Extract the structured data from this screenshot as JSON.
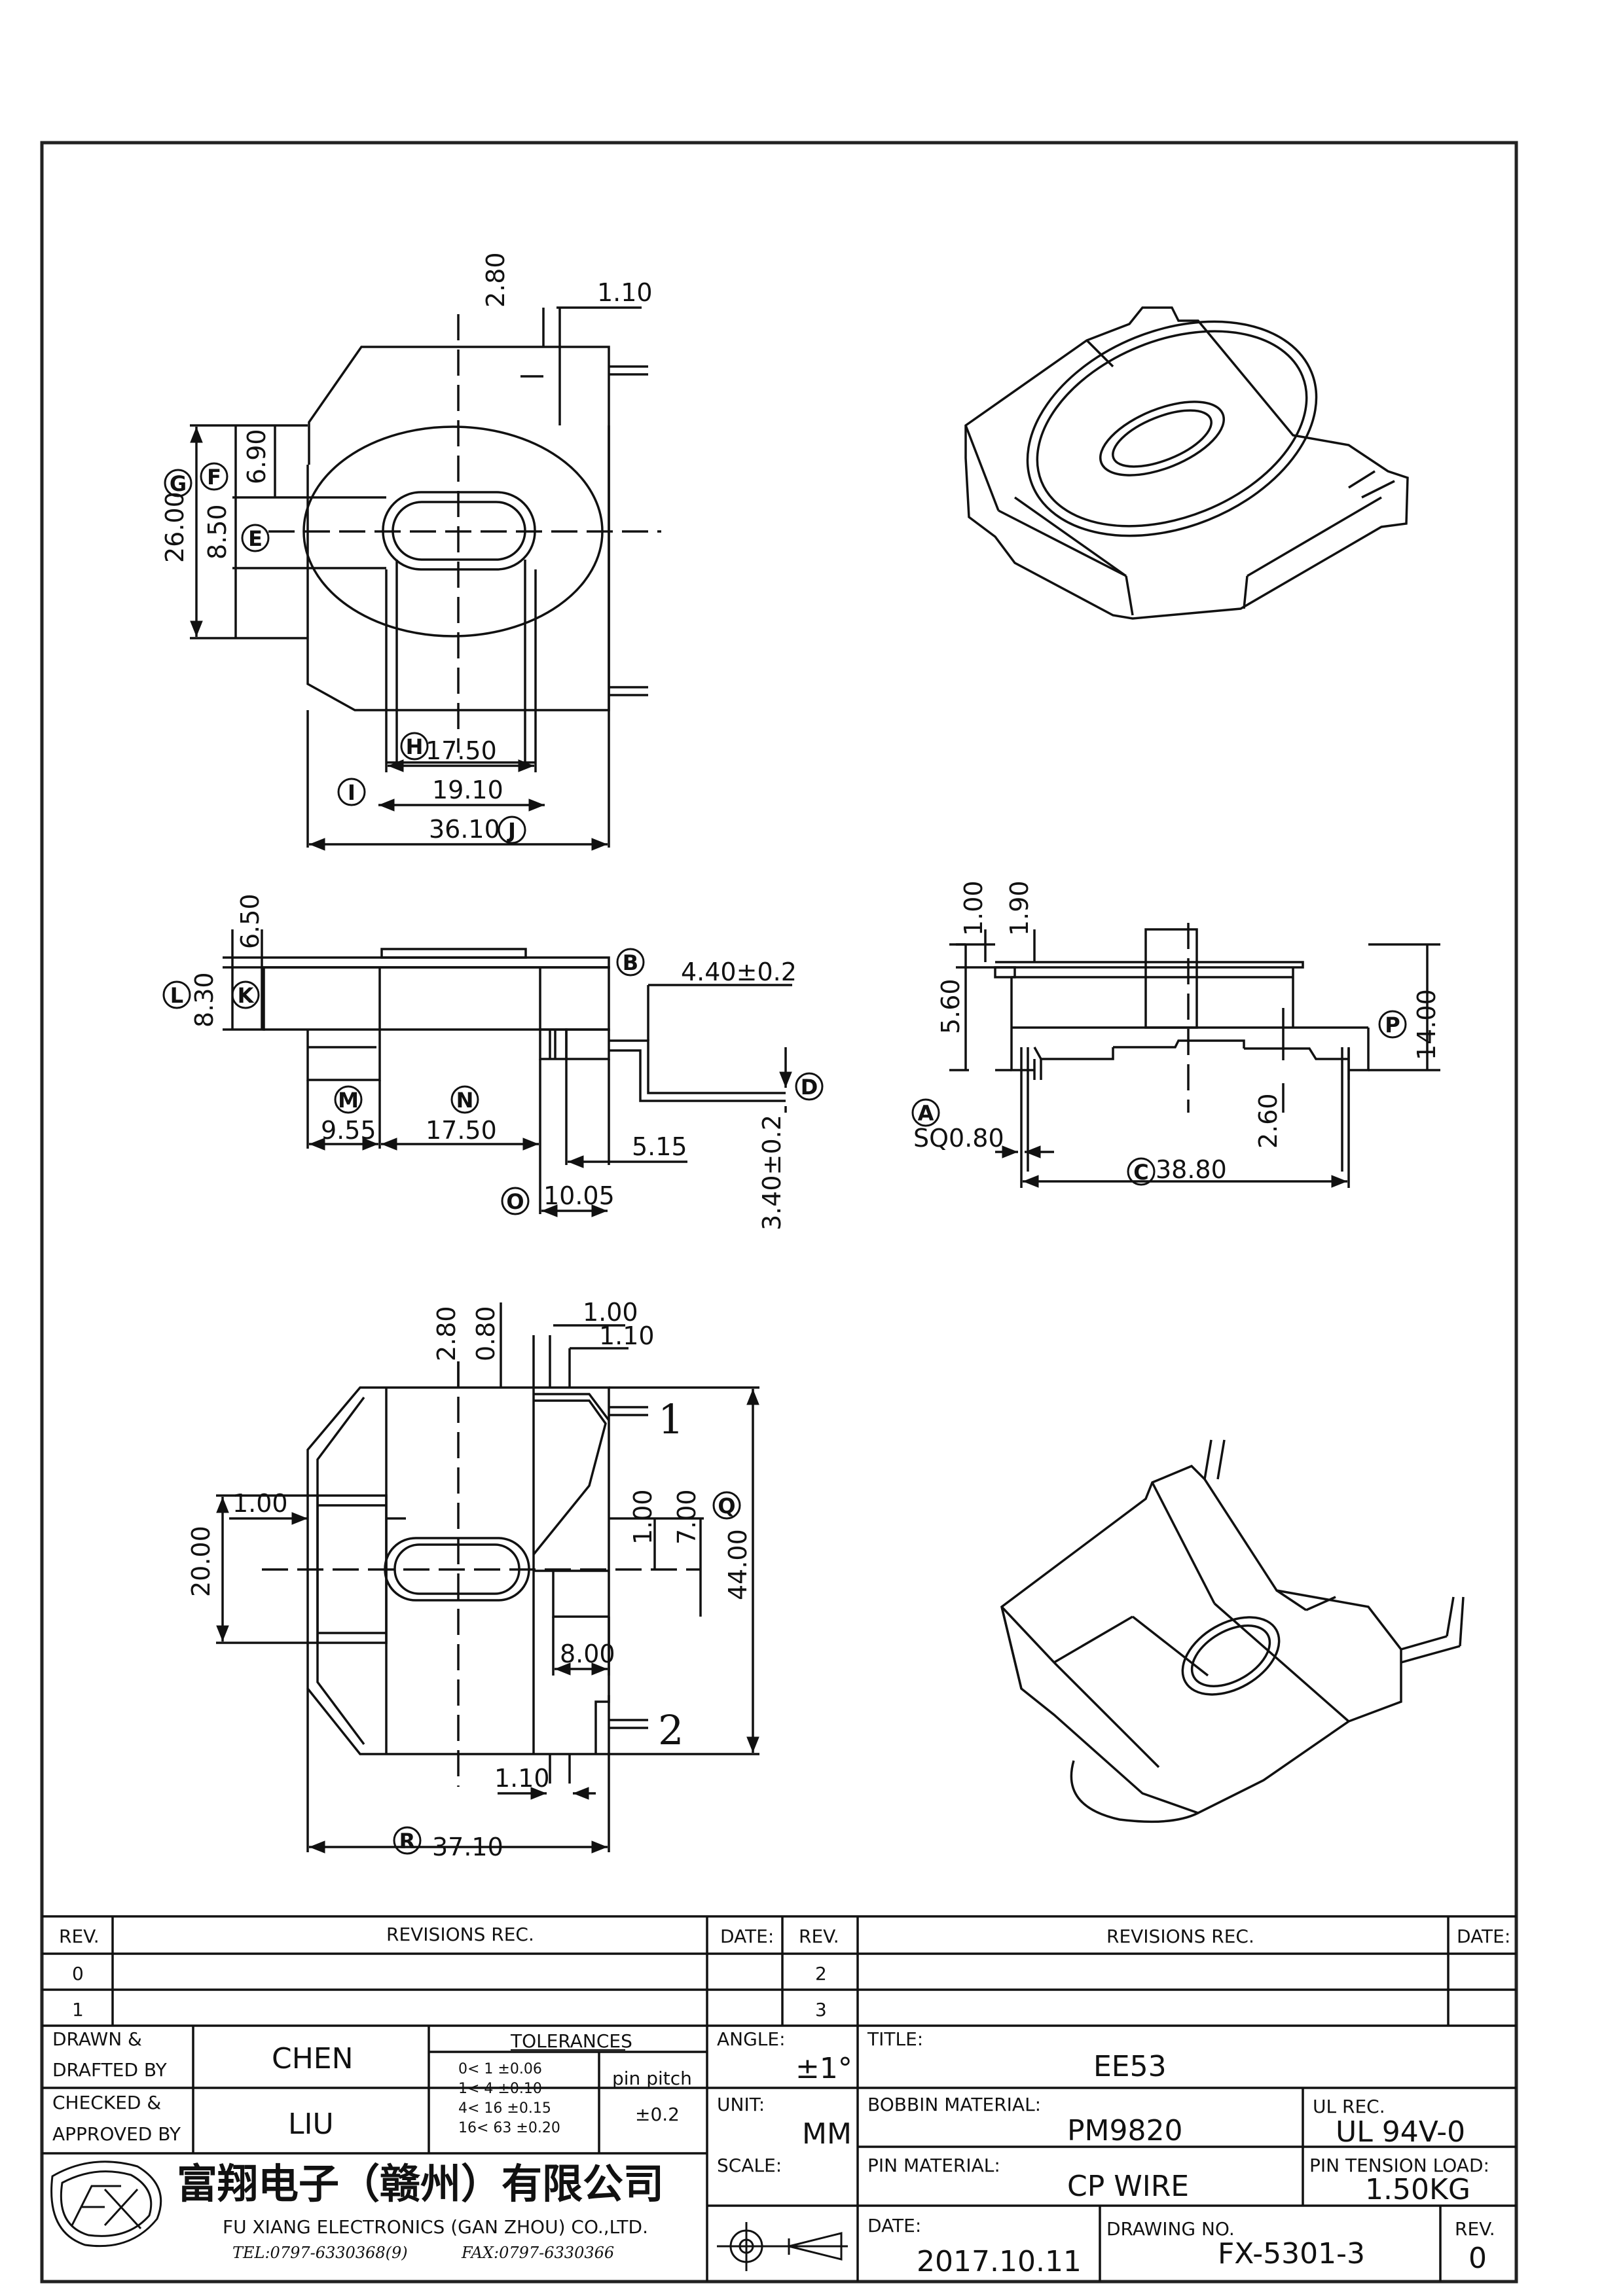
{
  "top_view": {
    "dims": [
      "2.80",
      "1.10",
      "6.90",
      "26.00",
      "8.50",
      "17.50",
      "19.10",
      "36.10"
    ],
    "markers": [
      "G",
      "F",
      "E",
      "H",
      "I",
      "J"
    ]
  },
  "front_view": {
    "dims": [
      "6.50",
      "8.30",
      "4.40±0.2",
      "9.55",
      "17.50",
      "5.15",
      "10.05",
      "3.40±0.2"
    ],
    "markers": [
      "B",
      "L",
      "K",
      "D",
      "M",
      "N",
      "O"
    ]
  },
  "side_view": {
    "dims": [
      "1.00",
      "1.90",
      "5.60",
      "14.00",
      "SQ0.80",
      "2.60",
      "38.80"
    ],
    "markers": [
      "P",
      "A",
      "C"
    ]
  },
  "bottom_view": {
    "dims": [
      "2.80",
      "0.80",
      "1.00",
      "1.10",
      "1.00",
      "1.00",
      "7.00",
      "20.00",
      "44.00",
      "8.00",
      "1.10",
      "37.10"
    ],
    "markers": [
      "Q",
      "R"
    ],
    "pins": [
      "1",
      "2"
    ]
  },
  "title_block": {
    "rev_header": [
      "REV.",
      "REVISIONS   REC.",
      "DATE:",
      "REV.",
      "REVISIONS   REC.",
      "DATE:"
    ],
    "rev_rows": [
      "0",
      "1",
      "2",
      "3"
    ],
    "drawn_label": [
      "DRAWN &",
      "DRAFTED BY"
    ],
    "drawn_value": "CHEN",
    "checked_label": [
      "CHECKED &",
      "APPROVED BY"
    ],
    "checked_value": "LIU",
    "tolerances_label": "TOLERANCES",
    "tolerance_rows": [
      "0<   1   ±0.06",
      "1<   4   ±0.10",
      "4<  16  ±0.15",
      "16<  63  ±0.20"
    ],
    "pin_pitch_label": "pin pitch",
    "pin_pitch_value": "±0.2",
    "angle_label": "ANGLE:",
    "angle_value": "±1°",
    "unit_label": "UNIT:",
    "unit_value": "MM",
    "scale_label": "SCALE:",
    "title_label": "TITLE:",
    "title_value": "EE53",
    "bobbin_label": "BOBBIN MATERIAL:",
    "bobbin_value": "PM9820",
    "ul_label": "UL REC.",
    "ul_value": "UL 94V-0",
    "pin_material_label": "PIN MATERIAL:",
    "pin_material_value": "CP WIRE",
    "pin_tension_label": "PIN TENSION LOAD:",
    "pin_tension_value": "1.50KG",
    "date_label": "DATE:",
    "date_value": "2017.10.11",
    "drawing_no_label": "DRAWING NO.",
    "drawing_no_value": "FX-5301-3",
    "rev_label": "REV.",
    "rev_value": "0",
    "company_cn": "富翔电子（赣州）有限公司",
    "company_en": "FU XIANG ELECTRONICS (GAN ZHOU) CO.,LTD.",
    "tel": "TEL:0797-6330368(9)",
    "fax": "FAX:0797-6330366"
  }
}
